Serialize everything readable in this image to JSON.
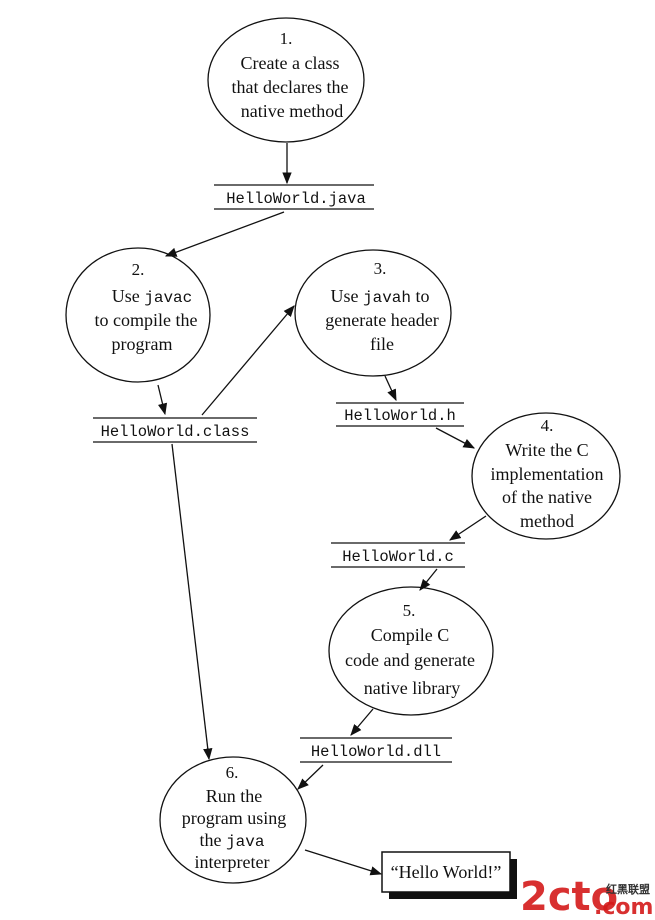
{
  "steps": [
    {
      "number": "1.",
      "lines": [
        "Create a class",
        "that declares the",
        "native method"
      ]
    },
    {
      "number": "2.",
      "line1_prefix": "Use ",
      "line1_code": "javac",
      "lines": [
        "to compile the",
        "program"
      ]
    },
    {
      "number": "3.",
      "line1_prefix": "Use ",
      "line1_code": "javah",
      "line1_suffix": " to",
      "lines": [
        "generate header",
        "file"
      ]
    },
    {
      "number": "4.",
      "lines": [
        "Write the C",
        "implementation",
        "of the native",
        "method"
      ]
    },
    {
      "number": "5.",
      "lines": [
        "Compile C",
        "code and generate",
        "native library"
      ]
    },
    {
      "number": "6.",
      "lines": [
        "Run the",
        "program using"
      ],
      "line3_prefix": "the ",
      "line3_code": "java",
      "line4": "interpreter"
    }
  ],
  "files": {
    "java": "HelloWorld.java",
    "class": "HelloWorld.class",
    "header": "HelloWorld.h",
    "c_source": "HelloWorld.c",
    "dll": "HelloWorld.dll"
  },
  "output": "“Hello World!”",
  "watermark": {
    "main": "2cto",
    "com": ".com",
    "cn": "红黑联盟"
  }
}
